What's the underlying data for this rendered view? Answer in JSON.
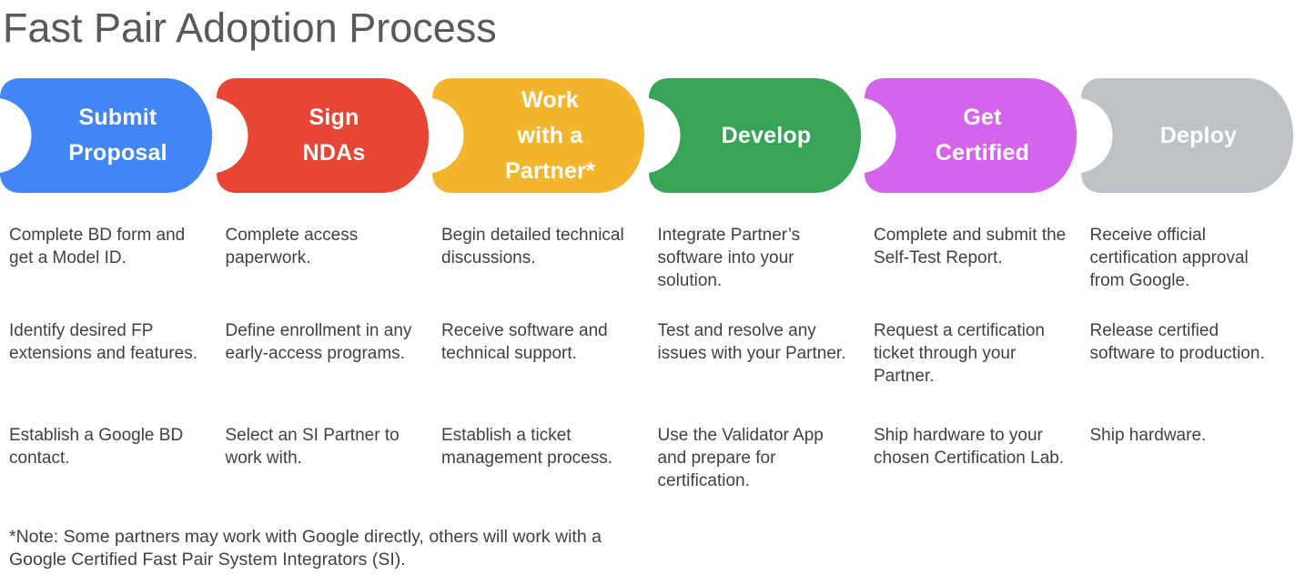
{
  "title": "Fast Pair Adoption Process",
  "note": "*Note: Some partners may work with Google directly, others will work with a Google Certified Fast Pair System Integrators (SI).",
  "colors": {
    "title_text": "#57595C",
    "body_text": "#3E4145",
    "step_label_text": "#FFFFFF"
  },
  "steps": [
    {
      "label": "Submit\nProposal",
      "color": "#4285F4",
      "items": [
        "Complete BD form and get a Model ID.",
        "Identify desired FP extensions and features.",
        "Establish a Google BD contact."
      ]
    },
    {
      "label": "Sign\nNDAs",
      "color": "#E74536",
      "items": [
        "Complete access paperwork.",
        "Define enrollment in any early-access programs.",
        "Select an SI Partner to work with."
      ]
    },
    {
      "label": "Work\nwith a\nPartner*",
      "color": "#F3B42E",
      "items": [
        "Begin detailed technical discussions.",
        "Receive software and technical support.",
        "Establish a ticket management process."
      ]
    },
    {
      "label": "Develop",
      "color": "#37A458",
      "items": [
        "Integrate Partner’s software into your solution.",
        "Test and resolve any issues with your Partner.",
        "Use the Validator App and prepare for certification."
      ]
    },
    {
      "label": "Get\nCertified",
      "color": "#D564EC",
      "items": [
        "Complete and submit the Self-Test Report.",
        "Request a certification ticket through your Partner.",
        "Ship hardware to your chosen Certification Lab."
      ]
    },
    {
      "label": "Deploy",
      "color": "#BEC2C7",
      "items": [
        "Receive official certification approval from Google.",
        "Release certified software to production.",
        "Ship hardware."
      ]
    }
  ]
}
